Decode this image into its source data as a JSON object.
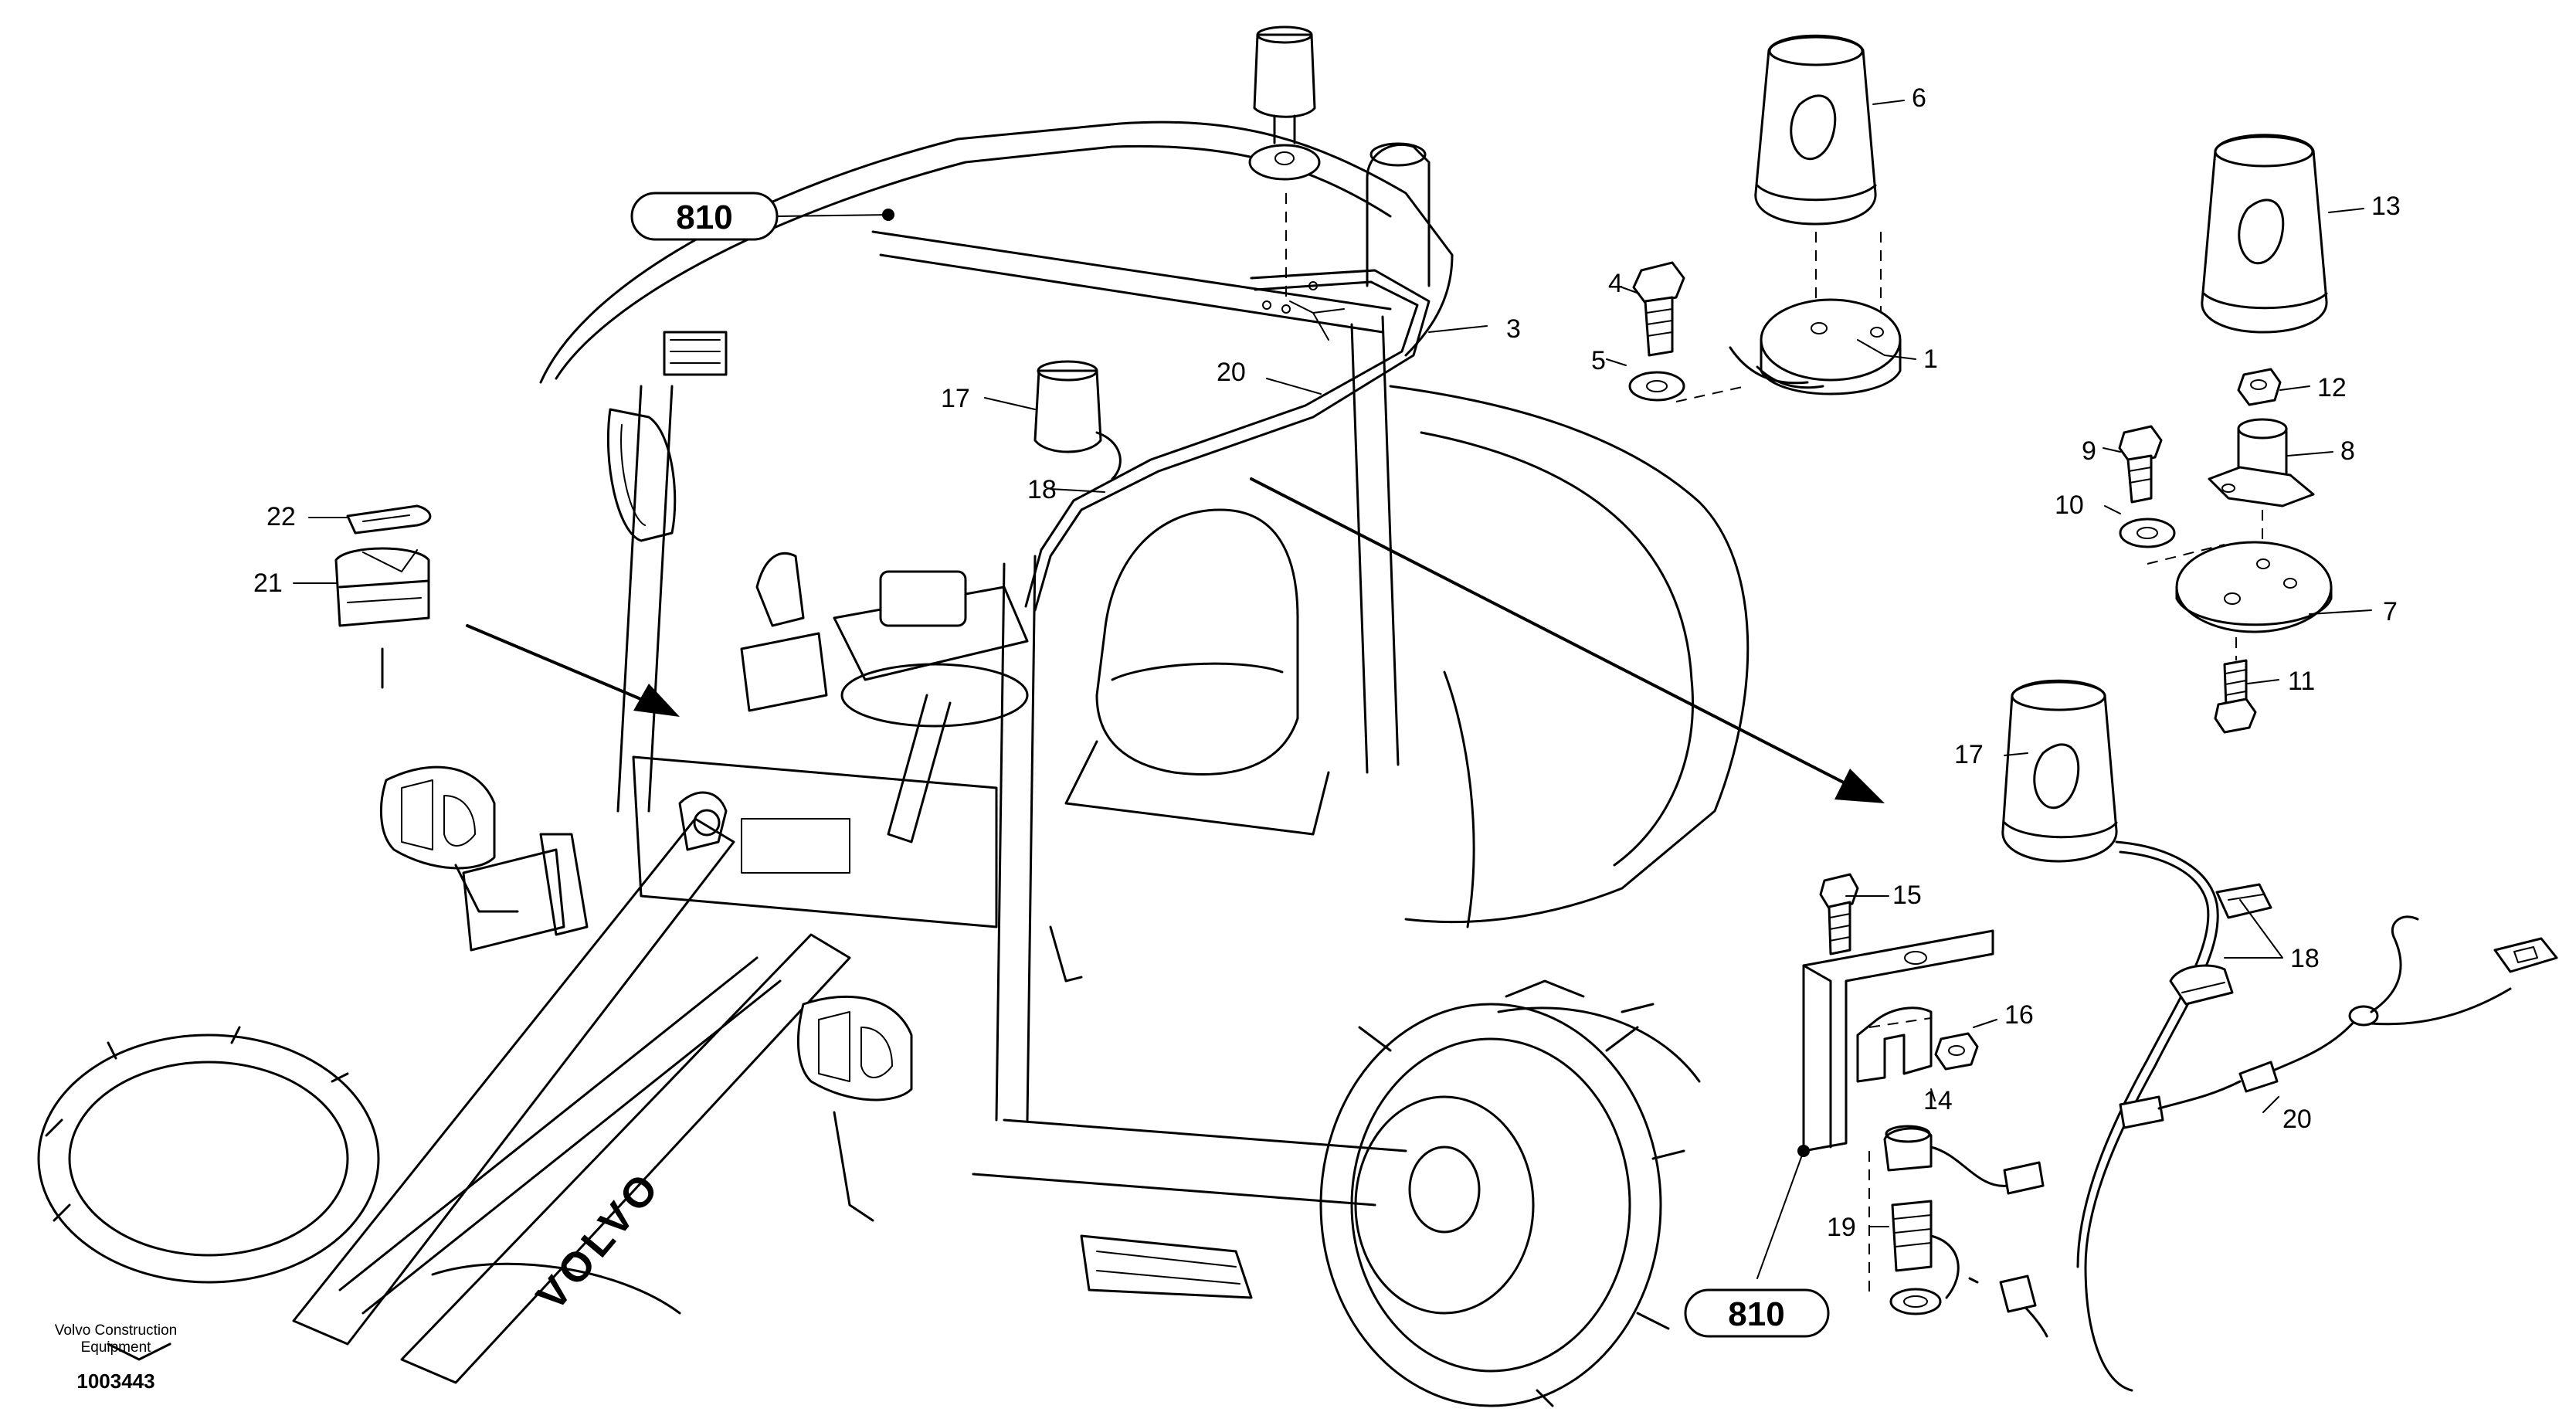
{
  "callouts": {
    "c1": "1",
    "c3": "3",
    "c4": "4",
    "c5": "5",
    "c6": "6",
    "c7": "7",
    "c8": "8",
    "c9": "9",
    "c10": "10",
    "c11": "11",
    "c12": "12",
    "c13": "13",
    "c14": "14",
    "c15": "15",
    "c16": "16",
    "c17a": "17",
    "c17b": "17",
    "c18a": "18",
    "c18b": "18",
    "c19": "19",
    "c20a": "20",
    "c20b": "20",
    "c21": "21",
    "c22": "22"
  },
  "references": {
    "top": "810",
    "bottom": "810"
  },
  "footer": {
    "company_line1": "Volvo Construction",
    "company_line2": "Equipment",
    "drawing_number": "1003443"
  },
  "brand_mark": "VOLVO"
}
